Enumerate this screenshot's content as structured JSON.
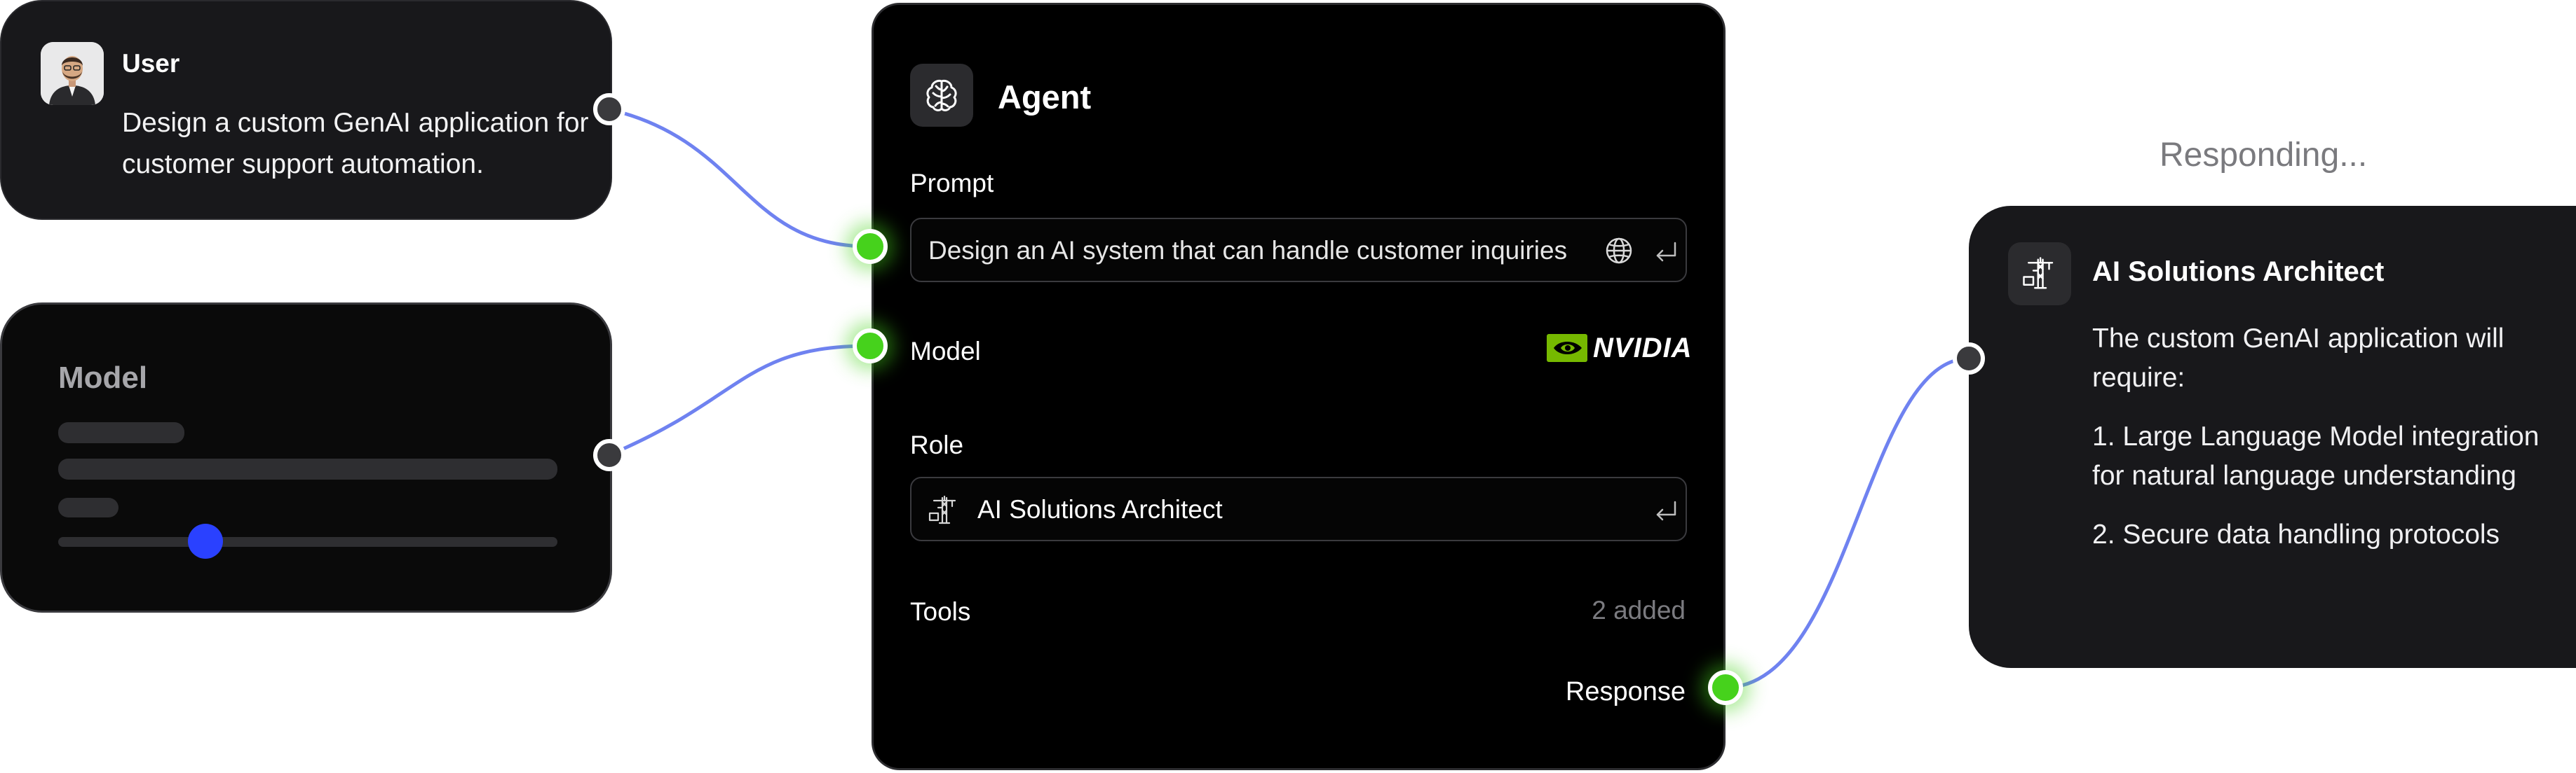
{
  "colors": {
    "wire": "#6f82f0",
    "port_active": "#46d21c",
    "port_idle": "#3a3a3d",
    "slider_thumb": "#2a41ff",
    "nvidia_green": "#76b900"
  },
  "user": {
    "name": "User",
    "message": "Design a custom GenAI application for customer support automation.",
    "avatar_icon": "user-avatar"
  },
  "model_panel": {
    "title": "Model"
  },
  "agent": {
    "icon": "brain-icon",
    "title": "Agent",
    "prompt_label": "Prompt",
    "prompt_value": "Design an AI system that can handle customer inquiries",
    "model_label": "Model",
    "model_brand": "NVIDIA",
    "role_label": "Role",
    "role_value": "AI Solutions Architect",
    "role_icon": "architect-crane-icon",
    "tools_label": "Tools",
    "tools_count": "2 added",
    "response_label": "Response"
  },
  "response": {
    "status": "Responding...",
    "title": "AI Solutions Architect",
    "paragraphs": [
      "The custom GenAI application will require:",
      "1. Large Language Model integration for natural language understanding",
      "2. Secure data handling protocols"
    ]
  }
}
